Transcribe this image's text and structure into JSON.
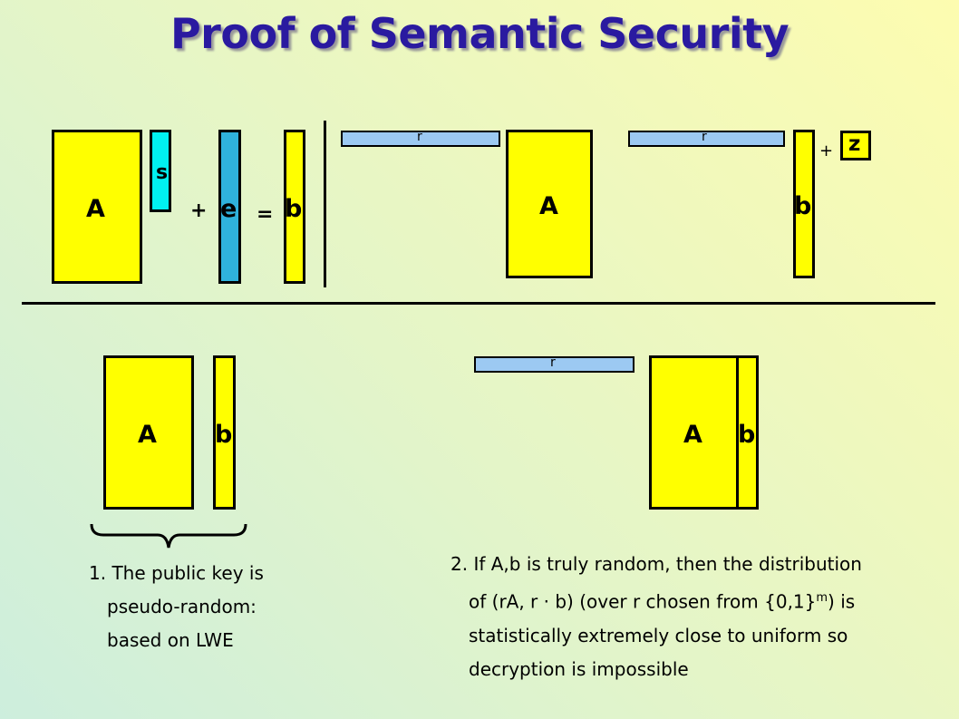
{
  "title": "Proof of Semantic Security",
  "labels": {
    "A": "A",
    "s": "s",
    "e": "e",
    "b": "b",
    "r": "r",
    "z": "z",
    "plus": "+",
    "equals": "="
  },
  "note1": {
    "line1": "1. The public key is",
    "line2": "pseudo-random:",
    "line3": "based on LWE"
  },
  "note2": {
    "line1": "2. If A,b is truly random, then the distribution",
    "line2_pre": "of (rA, r · b) (over r chosen from {0,1}",
    "line2_sup": "m",
    "line2_post": ") is",
    "line3": "statistically extremely close to uniform so",
    "line4": "decryption is impossible"
  },
  "colors": {
    "title": "#2a1aa0",
    "matrix": "#ffff00",
    "vector_s": "#00f0f0",
    "vector_e": "#2fb2dc",
    "vector_r": "#9cc9f2"
  }
}
